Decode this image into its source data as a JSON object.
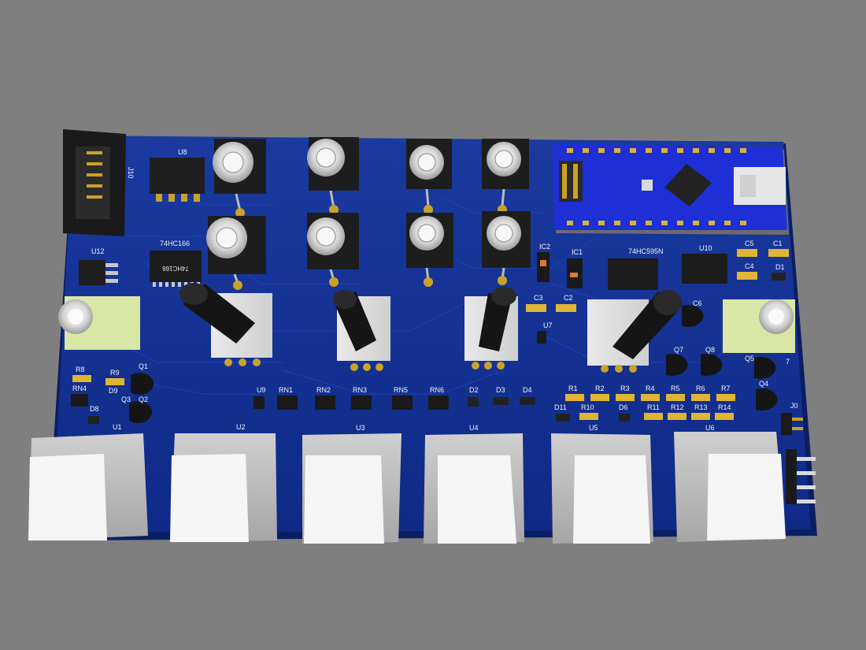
{
  "colors": {
    "background": "#7f7f80",
    "pcb": "#12308f",
    "pcb_edge": "#0a1e63",
    "arduino": "#1f2fd6",
    "jack_body": "#d8e7a6",
    "keycap_outer": "#bdbdbd",
    "keycap_top": "#f4f4f4"
  },
  "board": {
    "header_labels": {
      "u8": "U8",
      "jtag": "J10",
      "u12": "U12",
      "shift_in": "74HC166",
      "shift_in_marking": "74HC166",
      "shift_out": "74HC595N",
      "u10": "U10",
      "ic1": "IC1",
      "ic2": "IC2",
      "u7": "U7",
      "u9": "U9"
    },
    "caps": {
      "c1": "C1",
      "c2": "C2",
      "c3": "C3",
      "c4": "C4",
      "c5": "C5",
      "c6": "C6"
    },
    "diodes": {
      "d1": "D1",
      "d2": "D2",
      "d3": "D3",
      "d4": "D4",
      "d6": "D6",
      "d8": "D8",
      "d9": "D9",
      "d11": "D11"
    },
    "transistors": {
      "q1": "Q1",
      "q2": "Q2",
      "q3": "Q3",
      "q4": "Q4",
      "q5": "Q5",
      "q7": "Q7",
      "q8": "Q8",
      "q_partial": "7"
    },
    "resistors_top": [
      "R1",
      "R2",
      "R3",
      "R4",
      "R5",
      "R6",
      "R7"
    ],
    "resistors_bottom": [
      "R10",
      "R11",
      "R12",
      "R13",
      "R14"
    ],
    "resistors_left": {
      "r8": "R8",
      "r9": "R9"
    },
    "networks": [
      "RN1",
      "RN2",
      "RN3",
      "RN5",
      "RN6"
    ],
    "rn4": "RN4",
    "switch_labels": [
      "U1",
      "U2",
      "U3",
      "U4",
      "U5",
      "U6"
    ],
    "connector_label": "J0"
  }
}
